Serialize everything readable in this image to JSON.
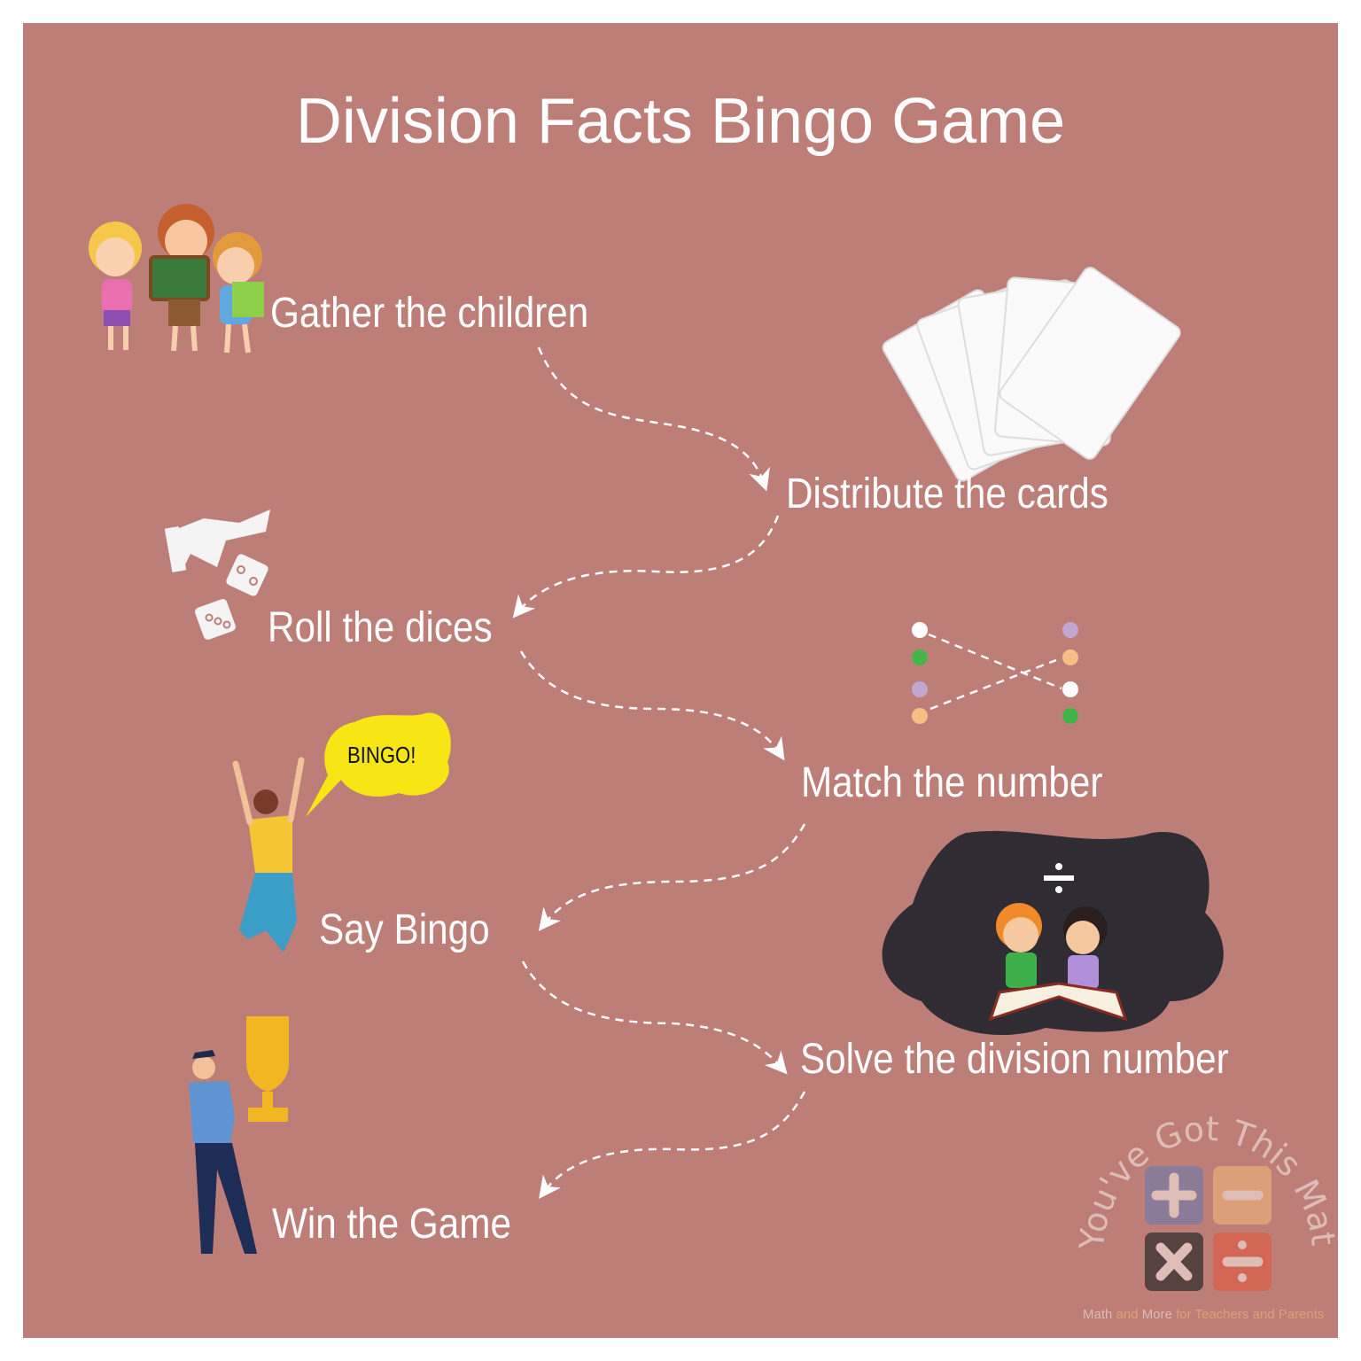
{
  "title": "Division Facts Bingo Game",
  "steps": [
    {
      "label": "Gather the children",
      "icon": "children-icon"
    },
    {
      "label": "Distribute the cards",
      "icon": "cards-icon"
    },
    {
      "label": "Roll the dices",
      "icon": "dice-icon"
    },
    {
      "label": "Match the number",
      "icon": "matching-dots-icon"
    },
    {
      "label": "Say Bingo",
      "icon": "cheering-woman-icon"
    },
    {
      "label": "Solve the division number",
      "icon": "kids-reading-icon"
    },
    {
      "label": "Win the Game",
      "icon": "trophy-man-icon"
    }
  ],
  "speech_bubble": "BINGO!",
  "logo": {
    "name": "You've Got This Math",
    "tagline_parts": [
      "Math",
      " and ",
      "More",
      " for Teachers and Parents"
    ]
  },
  "colors": {
    "background": "#bd7e78",
    "plus": "#8a7b98",
    "minus": "#dba077",
    "times": "#56423f",
    "divide": "#d46655",
    "bubble": "#f7e613"
  }
}
